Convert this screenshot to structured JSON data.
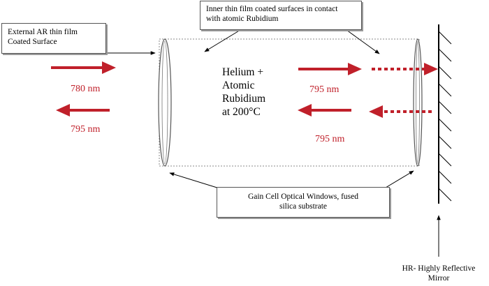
{
  "labels": {
    "external_ar": [
      "External AR thin film",
      "Coated Surface"
    ],
    "inner_film": [
      "Inner thin film coated surfaces in contact",
      "with atomic Rubidium"
    ],
    "gain_cell_windows": [
      "Gain Cell Optical Windows, fused",
      "silica substrate"
    ],
    "hr_mirror": [
      "HR- Highly Reflective",
      "Mirror"
    ],
    "cell_contents": [
      "Helium +",
      "Atomic",
      "Rubidium",
      "at 200°C"
    ]
  },
  "wavelengths": {
    "input_beam": "780 nm",
    "output_beam": "795 nm",
    "forward_beam": "795 nm",
    "return_beam": "795 nm"
  },
  "colors": {
    "beam": "#c0202a",
    "line": "#000000"
  }
}
